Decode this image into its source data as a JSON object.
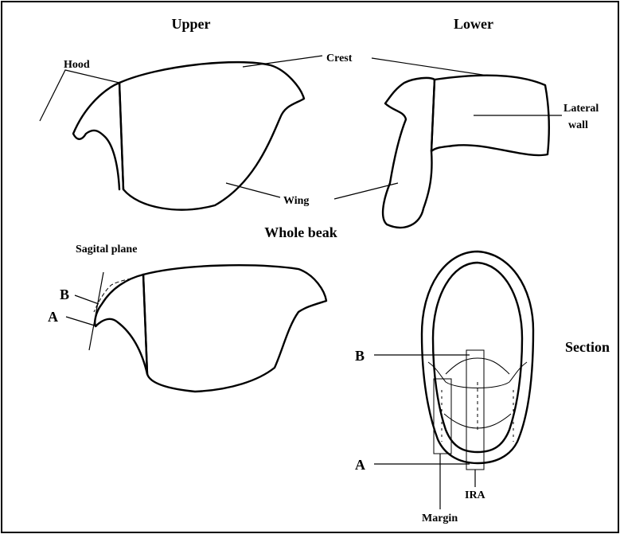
{
  "headings": {
    "upper": "Upper",
    "lower": "Lower",
    "whole_beak": "Whole beak",
    "section": "Section"
  },
  "labels": {
    "hood": "Hood",
    "crest": "Crest",
    "wing": "Wing",
    "lateral_wall_line1": "Lateral",
    "lateral_wall_line2": "wall",
    "sagital_plane": "Sagital plane",
    "b": "B",
    "a": "A",
    "margin": "Margin",
    "ira": "IRA"
  }
}
